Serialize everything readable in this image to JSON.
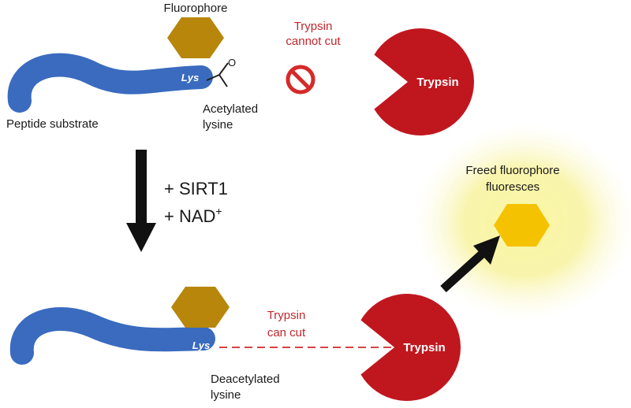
{
  "top": {
    "fluorophore_label": "Fluorophore",
    "lys_label": "Lys",
    "peptide_label": "Peptide substrate",
    "acetylated_line1": "Acetylated",
    "acetylated_line2": "lysine",
    "trypsin_status_line1": "Trypsin",
    "trypsin_status_line2": "cannot cut",
    "trypsin_label": "Trypsin"
  },
  "reaction": {
    "line1": "+ SIRT1",
    "line2_prefix": "+ NAD",
    "line2_superscript": "+"
  },
  "bottom": {
    "lys_label": "Lys",
    "trypsin_status_line1": "Trypsin",
    "trypsin_status_line2": "can cut",
    "trypsin_label": "Trypsin",
    "deacetylated_line1": "Deacetylated",
    "deacetylated_line2": "lysine"
  },
  "freed": {
    "line1": "Freed fluorophore",
    "line2": "fluoresces"
  },
  "colors": {
    "peptide": "#3a6bbf",
    "fluorophore": "#b8860b",
    "trypsin": "#c0171f",
    "status_text": "#c0282d",
    "freed_fluorophore": "#f5c200",
    "glow": "#f6f08a",
    "no_sign": "#d62a2a"
  },
  "icons": {
    "prohibited": "no-entry-sign-icon",
    "arrow_down": "arrow-down-icon",
    "arrow_diagonal": "arrow-up-right-icon"
  }
}
